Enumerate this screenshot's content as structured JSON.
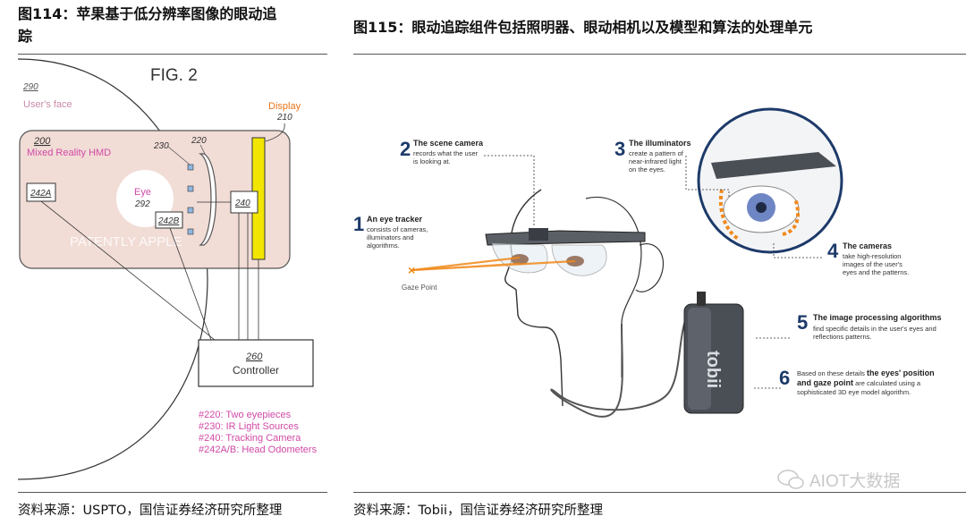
{
  "left": {
    "caption_line1": "图114：苹果基于低分辨率图像的眼动追",
    "caption_line2": "踪",
    "source": "资料来源：USPTO，国信证券经济研究所整理",
    "figure": {
      "fig_title": "FIG. 2",
      "face_ref": "290",
      "face_label": "User's face",
      "display_label": "Display",
      "display_ref": "210",
      "hmd_ref": "200",
      "hmd_label": "Mixed Reality HMD",
      "ref_230": "230",
      "ref_220": "220",
      "eye_label": "Eye",
      "eye_ref": "292",
      "box_242a": "242A",
      "box_242b": "242B",
      "box_240": "240",
      "watermark": "PATENTLY APPLE",
      "controller_ref": "260",
      "controller_label": "Controller",
      "legend": [
        "#220: Two eyepieces",
        "#230: IR Light Sources",
        "#240: Tracking Camera",
        "#242A/B: Head Odometers"
      ]
    }
  },
  "right": {
    "caption": "图115：眼动追踪组件包括照明器、眼动相机以及模型和算法的处理单元",
    "source": "资料来源：Tobii，国信证券经济研究所整理",
    "watermark": "AIOT大数据",
    "figure": {
      "gaze_point": "Gaze Point",
      "device_brand": "tobii",
      "callouts": [
        {
          "num": "1",
          "title": "An eye tracker",
          "lines": [
            "consists of cameras,",
            "illuminators and",
            "algorithms."
          ]
        },
        {
          "num": "2",
          "title": "The scene camera",
          "lines": [
            "records what the user",
            "is looking at."
          ]
        },
        {
          "num": "3",
          "title": "The illuminators",
          "lines": [
            "create a pattern of",
            "near-infrared light",
            "on the eyes."
          ]
        },
        {
          "num": "4",
          "title": "The cameras",
          "lines": [
            "take high-resolution",
            "images of the user's",
            "eyes and the patterns."
          ]
        },
        {
          "num": "5",
          "title": "The image processing algorithms",
          "lines": [
            "find specific details in the user's eyes and",
            "reflections patterns."
          ]
        },
        {
          "num": "6",
          "title_pre": "Based on these details ",
          "title_bold1": "the eyes' position",
          "title_bold2": "and gaze point",
          "title_post": " are calculated using a",
          "lines": [
            "sophisticated 3D eye model algorithm."
          ]
        }
      ]
    }
  },
  "colors": {
    "display_yellow": "#f2e600",
    "hmd_fill": "#f1dcd6",
    "orange": "#f08a1c",
    "navy": "#1d3a6a",
    "pink_text": "#d14aa6",
    "orange_text": "#e8731a"
  }
}
